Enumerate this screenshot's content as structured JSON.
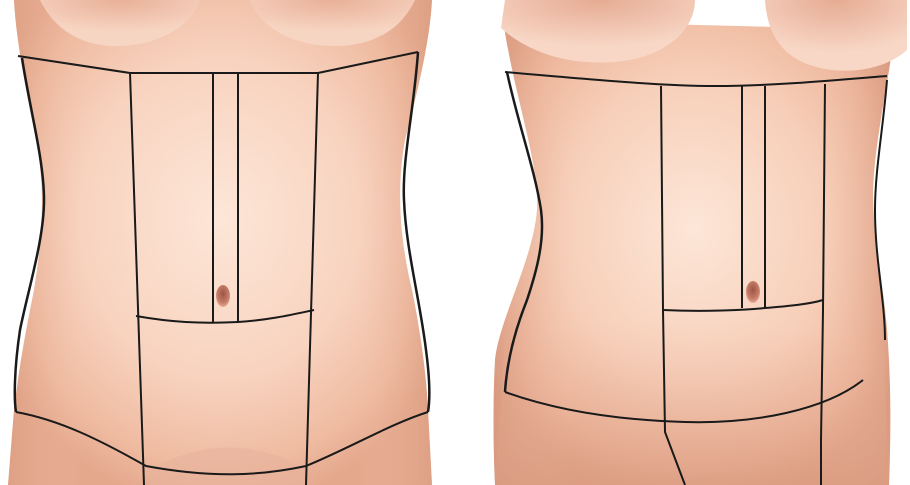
{
  "figures": [
    {
      "id": "front-view-narrow-torso",
      "type": "illustration",
      "subject": "female-abdomen-front",
      "overlay": "surgical-marking-lines",
      "line_color": "#1a1a1a"
    },
    {
      "id": "front-view-wide-torso",
      "type": "illustration",
      "subject": "female-abdomen-front",
      "overlay": "surgical-marking-lines",
      "line_color": "#1a1a1a"
    }
  ],
  "colors": {
    "skin_light": "#fbe1d2",
    "skin_mid": "#f3c4ac",
    "skin_shadow": "#e4a88d",
    "skin_deep": "#d48c72",
    "navel": "#b8695a",
    "marking_line": "#1a1a1a",
    "background": "#ffffff"
  }
}
